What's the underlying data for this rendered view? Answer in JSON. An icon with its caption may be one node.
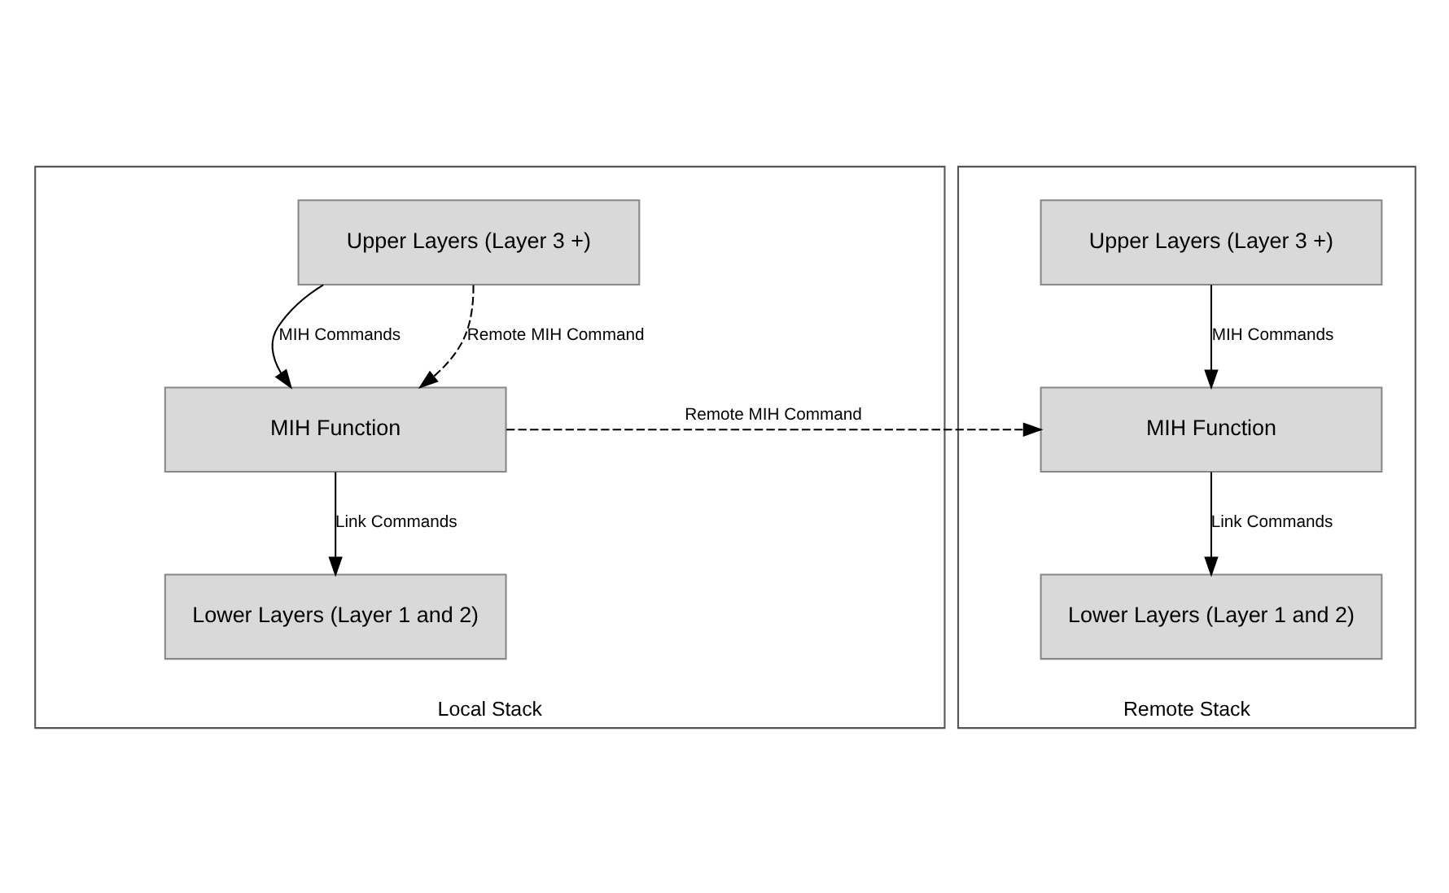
{
  "diagram": {
    "nodes": [
      {
        "text": [
          "Local Stack"
        ]
      },
      {
        "text": [
          "Upper Layers (Layer 3 +)"
        ],
        "in": 0
      },
      {
        "text": [
          "MIH Function"
        ],
        "in": 0
      },
      {
        "text": [
          "Lower Layers (Layer 1 and 2)"
        ],
        "in": 0
      },
      {
        "text": [
          "Remote Stack"
        ]
      },
      {
        "text": [
          "Upper Layers (Layer 3 +)"
        ],
        "in": 4
      },
      {
        "text": [
          "MIH Function"
        ],
        "in": 4
      },
      {
        "text": [
          "Lower Layers (Layer 1 and 2)"
        ],
        "in": 4
      }
    ],
    "edges": [
      {
        "from": 1,
        "to": 2,
        "arrow": "to",
        "label": "MIH Commands"
      },
      {
        "from": 1,
        "to": 2,
        "arrow": "to",
        "label": "Remote MIH Command",
        "style": "dashed"
      },
      {
        "from": 2,
        "to": 3,
        "arrow": "to",
        "label": "Link Commands"
      },
      {
        "from": 2,
        "to": 6,
        "arrow": "to",
        "label": "Remote MIH Command",
        "style": "dashed"
      },
      {
        "from": 5,
        "to": 6,
        "arrow": "to",
        "label": "MIH Commands"
      },
      {
        "from": 6,
        "to": 7,
        "arrow": "to",
        "label": "Link Commands"
      }
    ]
  }
}
